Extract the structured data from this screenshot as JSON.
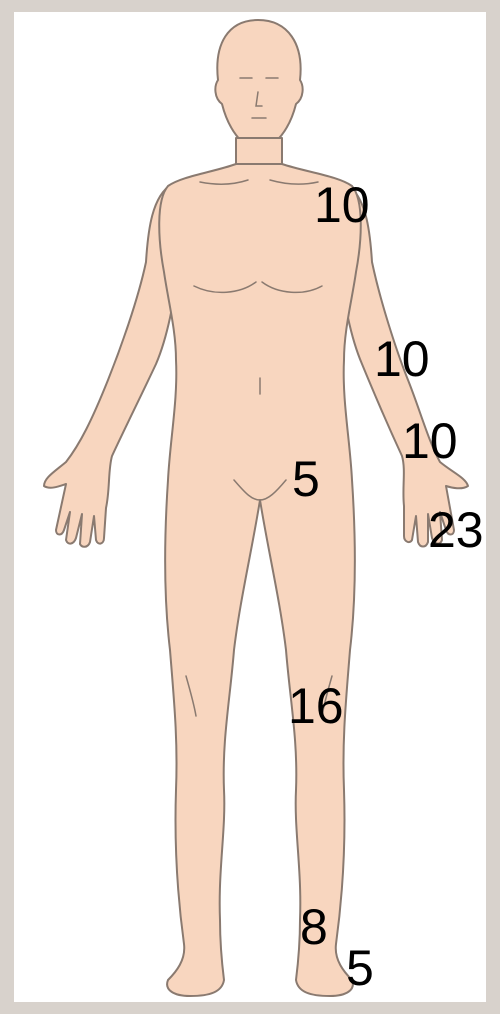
{
  "labels": {
    "right_shoulder": "10",
    "right_upper_arm": "10",
    "right_wrist": "10",
    "right_hand": "23",
    "groin": "5",
    "right_knee": "16",
    "right_ankle": "8",
    "right_foot": "5"
  },
  "colors": {
    "skin": "#f8d6bf",
    "outline": "#8a7a70",
    "frame": "#d8d2cc",
    "label": "#000000"
  }
}
